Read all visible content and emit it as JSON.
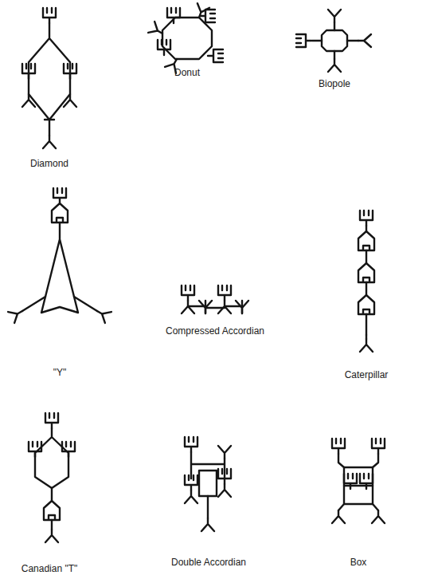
{
  "diagram": {
    "labels": [
      "Diamond",
      "Donut",
      "Biopole",
      "\"Y\"",
      "Compressed Accordian",
      "Caterpillar",
      "Canadian \"T\"",
      "Double Accordian",
      "Box"
    ]
  }
}
